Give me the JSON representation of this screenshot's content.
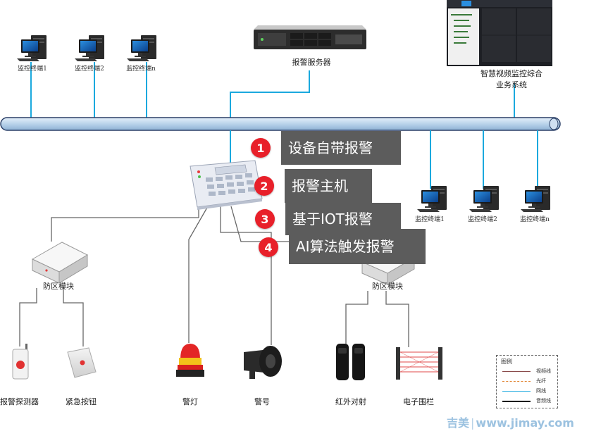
{
  "nodes": {
    "terminal_top_1": "监控终端1",
    "terminal_top_2": "监控终端2",
    "terminal_top_n": "监控终端n",
    "server": "报警服务器",
    "vms_line1": "智慧视频监控综合",
    "vms_line2": "业务系统",
    "terminal_right_1": "监控终端1",
    "terminal_right_2": "监控终端2",
    "terminal_right_n": "监控终端n",
    "zone_left": "防区模块",
    "zone_right": "防区模块",
    "detector": "报警探测器",
    "emergency_button": "紧急按钮",
    "alarm_light": "警灯",
    "siren": "警号",
    "infrared": "红外对射",
    "fence": "电子围栏"
  },
  "callouts": [
    {
      "num": "1",
      "text": "设备自带报警"
    },
    {
      "num": "2",
      "text": "报警主机"
    },
    {
      "num": "3",
      "text": "基于IOT报警"
    },
    {
      "num": "4",
      "text": "AI算法触发报警"
    }
  ],
  "legend": {
    "title": "图例",
    "items": [
      {
        "name": "视频线",
        "color": "#8a4b4b",
        "style": "solid"
      },
      {
        "name": "光纤",
        "color": "#e0802a",
        "style": "dashdot"
      },
      {
        "name": "网线",
        "color": "#1ba9de",
        "style": "solid"
      },
      {
        "name": "音频线",
        "color": "#111111",
        "style": "solid"
      }
    ]
  },
  "watermark": {
    "brand": "吉美",
    "site": "www.jimay.com"
  },
  "colors": {
    "network": "#1ba9de",
    "wire": "#666666",
    "bus_fill": "#b9d3ea",
    "bus_edge": "#2a3f66",
    "callout_bg": "#5c5c5c",
    "badge": "#e8202a"
  }
}
